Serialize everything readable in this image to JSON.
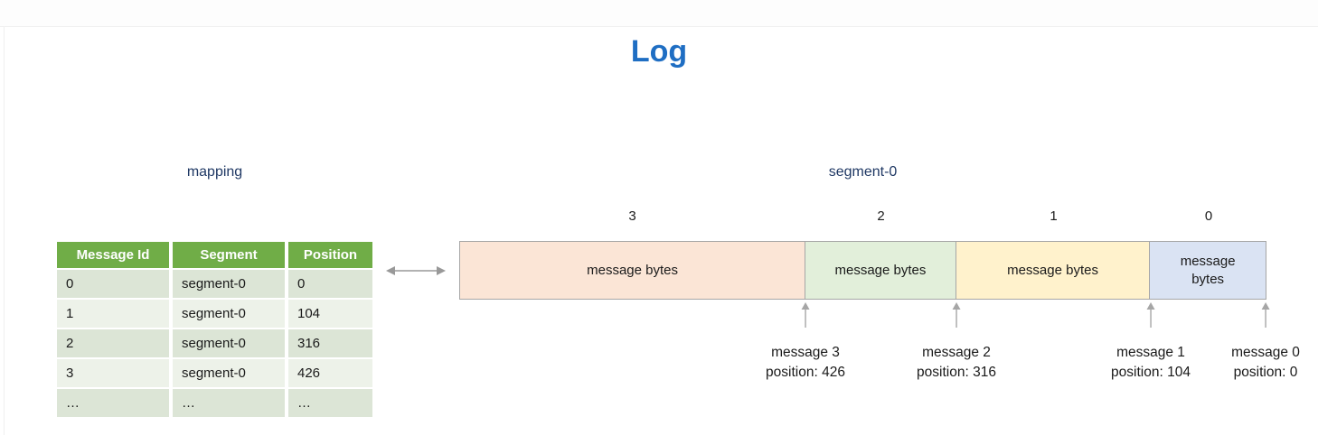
{
  "title": "Log",
  "mapping": {
    "label": "mapping",
    "table": {
      "headers": [
        "Message Id",
        "Segment",
        "Position"
      ],
      "rows": [
        [
          "0",
          "segment-0",
          "0"
        ],
        [
          "1",
          "segment-0",
          "104"
        ],
        [
          "2",
          "segment-0",
          "316"
        ],
        [
          "3",
          "segment-0",
          "426"
        ],
        [
          "…",
          "…",
          "…"
        ]
      ]
    }
  },
  "segment": {
    "label": "segment-0",
    "blocks": [
      {
        "index": "3",
        "label": "message bytes",
        "fill": "#fbe5d6"
      },
      {
        "index": "2",
        "label": "message bytes",
        "fill": "#e2efda"
      },
      {
        "index": "1",
        "label": "message bytes",
        "fill": "#fff2cc"
      },
      {
        "index": "0",
        "label": "message bytes",
        "fill": "#dae3f3"
      }
    ],
    "markers": [
      {
        "line1": "message 3",
        "line2": "position: 426"
      },
      {
        "line1": "message 2",
        "line2": "position: 316"
      },
      {
        "line1": "message 1",
        "line2": "position: 104"
      },
      {
        "line1": "message 0",
        "line2": "position: 0"
      }
    ]
  },
  "colors": {
    "title_blue": "#1f6ec3",
    "label_navy": "#1f3864",
    "table_header_green": "#70ad47",
    "row_band_dark": "#dce5d6",
    "row_band_light": "#edf2e9",
    "block_outline_gray": "#a6a6a6",
    "arrow_gray": "#999999"
  }
}
